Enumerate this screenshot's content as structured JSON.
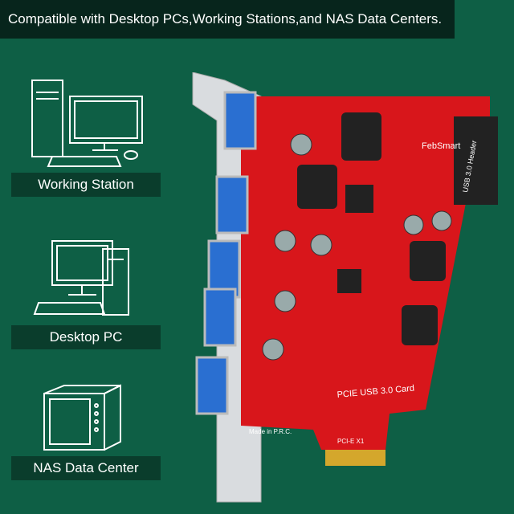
{
  "banner": {
    "text": "Compatible with Desktop PCs,Working Stations,and NAS Data Centers."
  },
  "devices": [
    {
      "label": "Working Station",
      "icon": "workstation-icon"
    },
    {
      "label": "Desktop PC",
      "icon": "desktop-pc-icon"
    },
    {
      "label": "NAS Data Center",
      "icon": "nas-icon"
    }
  ],
  "card": {
    "brand": "FebSmart",
    "name": "PCIE USB 3.0 Card",
    "header_label": "USB 3.0 Header",
    "origin": "Made in P.R.C.",
    "slot": "PCI-E X1",
    "usb_ports": 5,
    "colors": {
      "pcb": "#d8161b",
      "port": "#2a6fd1",
      "bracket": "#d9dcdf",
      "background": "#0e5f45"
    }
  }
}
